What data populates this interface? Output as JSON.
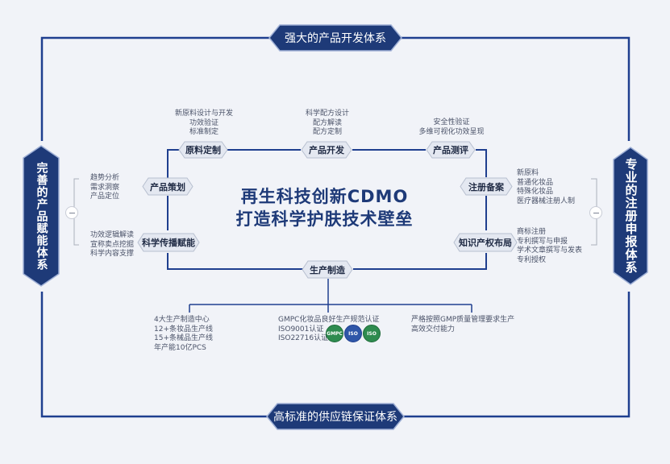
{
  "banners": {
    "top": "强大的产品开发体系",
    "bottom": "高标准的供应链保证体系",
    "left": "完善的产品赋能体系",
    "right": "专业的注册申报体系"
  },
  "center": {
    "line1": "再生科技创新CDMO",
    "line2": "打造科学护肤技术壁垒"
  },
  "nodes": {
    "raw_material": "原料定制",
    "product_dev": "产品开发",
    "product_eval": "产品测评",
    "product_plan": "产品策划",
    "registration": "注册备案",
    "science_comm": "科学传播赋能",
    "ip_layout": "知识产权布局",
    "manufacturing": "生产制造"
  },
  "notes": {
    "raw_material": [
      "新原料设计与开发",
      "功效验证",
      "标准制定"
    ],
    "product_dev": [
      "科学配方设计",
      "配方解读",
      "配方定制"
    ],
    "product_eval": [
      "安全性验证",
      "多维可视化功效呈现"
    ],
    "product_plan": [
      "趋势分析",
      "需求洞察",
      "产品定位"
    ],
    "science_comm": [
      "功效逻辑解读",
      "宣称卖点挖掘",
      "科学内容支撑"
    ],
    "registration": [
      "新原料",
      "普通化妆品",
      "特殊化妆品",
      "医疗器械注册人制"
    ],
    "ip_layout": [
      "商标注册",
      "专利撰写与申报",
      "学术文章撰写与发表",
      "专利授权"
    ],
    "mfg_left": [
      "4大生产制造中心",
      "12+条妆品生产线",
      "15+条械品生产线",
      "年产能10亿PCS"
    ],
    "mfg_mid": [
      "GMPC化妆品良好生产规范认证",
      "ISO9001认证",
      "ISO22716认证"
    ],
    "mfg_right": [
      "严格按照GMP质量管理要求生产",
      "高效交付能力"
    ]
  },
  "badges": {
    "gmpc": "GMPC",
    "iso1": "ISO",
    "iso2": "ISO"
  },
  "colors": {
    "primary": "#1e3a78",
    "frame": "#1f3f8f",
    "badge_green": "#2e8b4f",
    "badge_blue": "#2f56a8"
  }
}
